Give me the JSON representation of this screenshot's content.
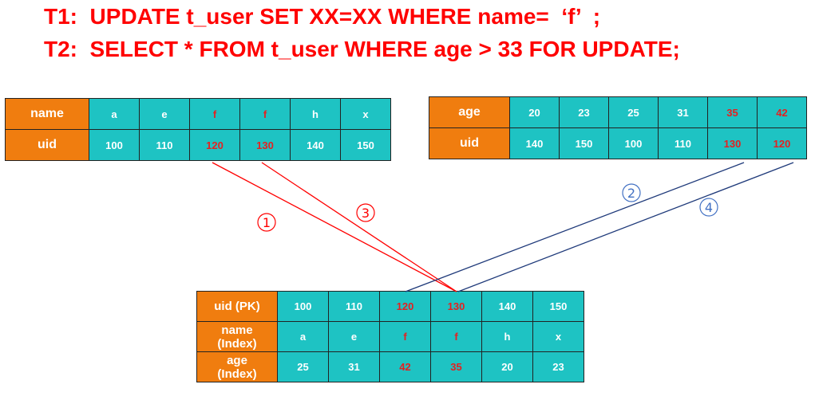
{
  "sql": {
    "t1": "T1:  UPDATE t_user SET XX=XX WHERE name=  ‘f’  ;",
    "t2": "T2:  SELECT * FROM t_user WHERE age > 33 FOR UPDATE;"
  },
  "name_index": {
    "key_header": "name",
    "uid_header": "uid",
    "keys": [
      "a",
      "e",
      "f",
      "f",
      "h",
      "x"
    ],
    "uids": [
      "100",
      "110",
      "120",
      "130",
      "140",
      "150"
    ],
    "highlighted_columns": [
      2,
      3
    ]
  },
  "age_index": {
    "key_header": "age",
    "uid_header": "uid",
    "keys": [
      "20",
      "23",
      "25",
      "31",
      "35",
      "42"
    ],
    "uids": [
      "140",
      "150",
      "100",
      "110",
      "130",
      "120"
    ],
    "highlighted_columns": [
      4,
      5
    ]
  },
  "primary_index": {
    "uid_header": "uid  (PK)",
    "name_header": "name\n(Index)",
    "age_header": "age\n(Index)",
    "uids": [
      "100",
      "110",
      "120",
      "130",
      "140",
      "150"
    ],
    "names": [
      "a",
      "e",
      "f",
      "f",
      "h",
      "x"
    ],
    "ages": [
      "25",
      "31",
      "42",
      "35",
      "20",
      "23"
    ],
    "highlighted_columns": [
      2,
      3
    ]
  },
  "links": [
    {
      "label": "①",
      "from": "name_index",
      "from_col": 2,
      "to_col": 3,
      "color": "#ff0000"
    },
    {
      "label": "②",
      "from": "age_index",
      "from_col": 4,
      "to_col": 2,
      "color": "#1f3a7a"
    },
    {
      "label": "③",
      "from": "name_index",
      "from_col": 3,
      "to_col": 3,
      "color": "#ff0000"
    },
    {
      "label": "④",
      "from": "age_index",
      "from_col": 5,
      "to_col": 3,
      "color": "#1f3a7a"
    }
  ],
  "colors": {
    "header_orange": "#f07d0f",
    "cell_teal": "#1ec3c3",
    "highlight_red": "#e52020",
    "line_red": "#ff0000",
    "line_navy": "#1f3a7a",
    "label_blue": "#4472c4"
  }
}
